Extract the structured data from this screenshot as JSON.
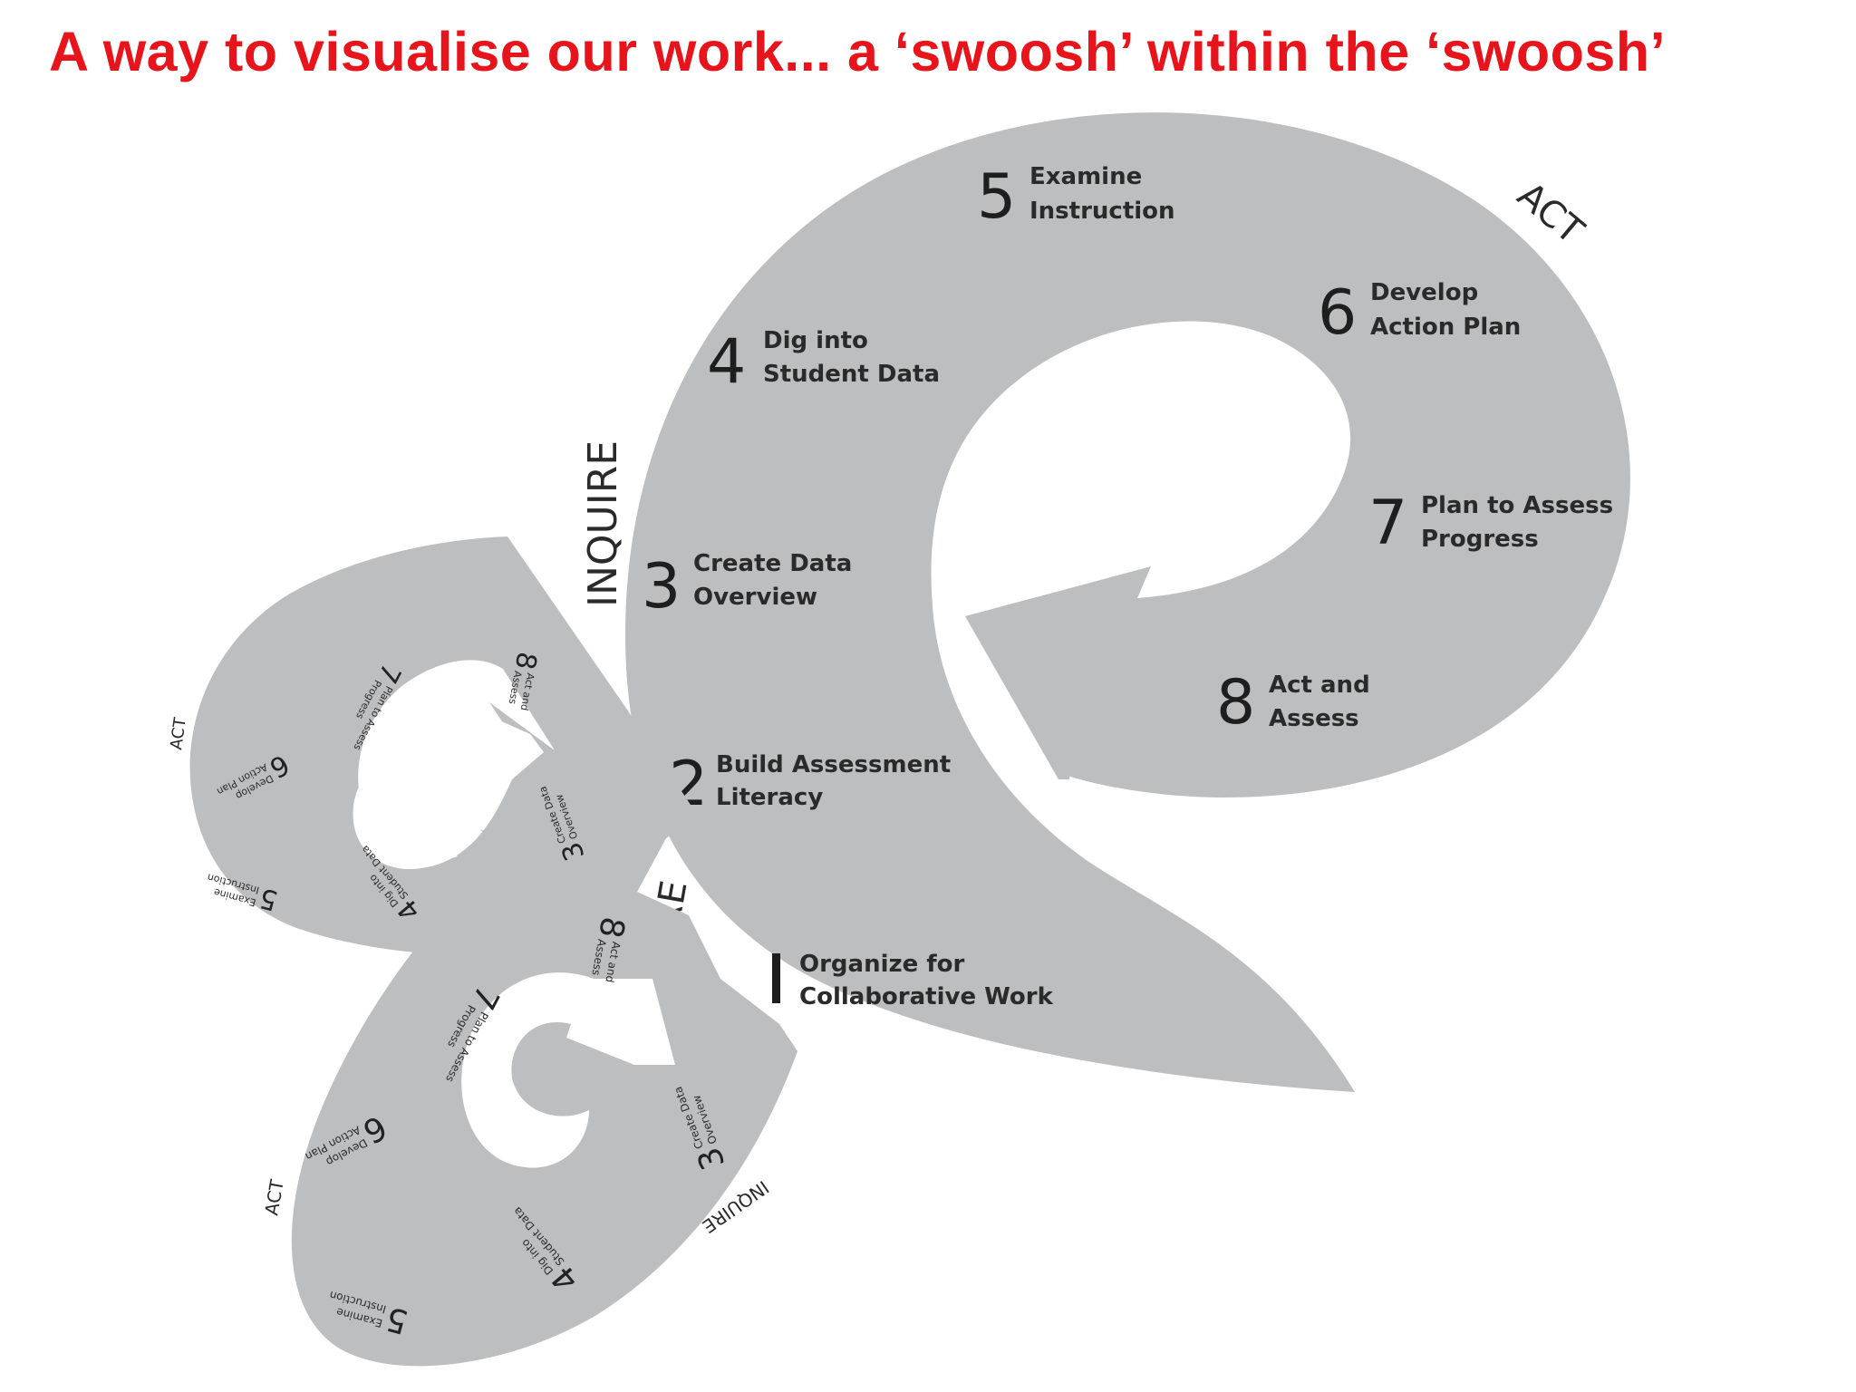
{
  "title": "A way to visualise our work... a ‘swoosh’ within the ‘swoosh’",
  "colors": {
    "title": "#e8141b",
    "swoosh_fill": "#bdbebf",
    "text": "#2a2a2a"
  },
  "phases": {
    "inquire": "INQUIRE",
    "act": "ACT",
    "prepare_partial": "PARE"
  },
  "steps": [
    {
      "num": "1",
      "line1": "Organize for",
      "line2": "Collaborative Work"
    },
    {
      "num": "2",
      "line1": "Build Assessment",
      "line2": "Literacy"
    },
    {
      "num": "3",
      "line1": "Create Data",
      "line2": "Overview"
    },
    {
      "num": "4",
      "line1": "Dig into",
      "line2": "Student Data"
    },
    {
      "num": "5",
      "line1": "Examine",
      "line2": "Instruction"
    },
    {
      "num": "6",
      "line1": "Develop",
      "line2": "Action Plan"
    },
    {
      "num": "7",
      "line1": "Plan to Assess",
      "line2": "Progress"
    },
    {
      "num": "8",
      "line1": "Act and",
      "line2": "Assess"
    }
  ],
  "mini_steps": [
    {
      "num": "3",
      "line1": "Create Data",
      "line2": "Overview"
    },
    {
      "num": "4",
      "line1": "Dig into",
      "line2": "Student Data"
    },
    {
      "num": "5",
      "line1": "Examine",
      "line2": "Instruction"
    },
    {
      "num": "6",
      "line1": "Develop",
      "line2": "Action Plan"
    },
    {
      "num": "7",
      "line1": "Plan to Assess",
      "line2": "Progress"
    },
    {
      "num": "8",
      "line1": "Act and",
      "line2": "Assess"
    }
  ]
}
